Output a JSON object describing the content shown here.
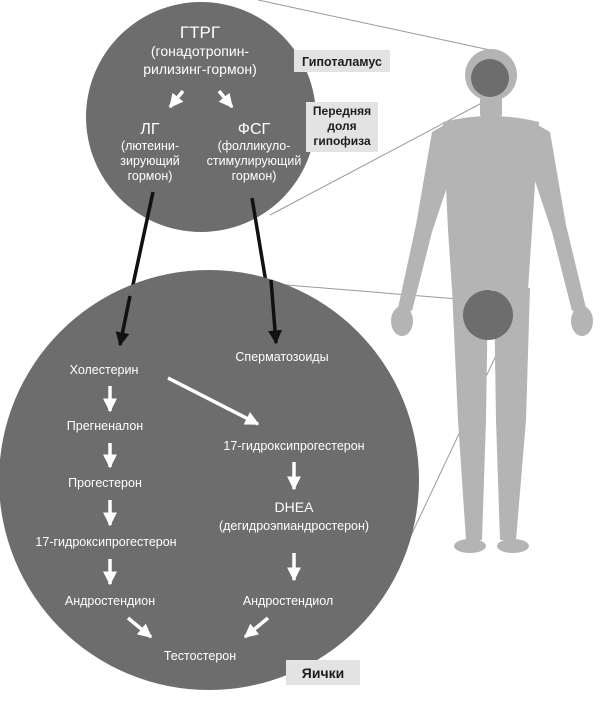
{
  "hormones": {
    "gtrg": {
      "title": "ГТРГ",
      "desc_line1": "(гонадотропин-",
      "desc_line2": "рилизинг-гормон)"
    },
    "lg": {
      "title": "ЛГ",
      "desc_line1": "(лютеини-",
      "desc_line2": "зирующий",
      "desc_line3": "гормон)"
    },
    "fsg": {
      "title": "ФСГ",
      "desc_line1": "(фолликуло-",
      "desc_line2": "стимулирующий",
      "desc_line3": "гормон)"
    }
  },
  "labels": {
    "hypothalamus": "Гипоталамус",
    "pituitary_line1": "Передняя",
    "pituitary_line2": "доля",
    "pituitary_line3": "гипофиза",
    "testes": "Яички"
  },
  "pathway": {
    "cholesterol": "Холестерин",
    "pregnenolone": "Прегненалон",
    "progesterone": "Прогестерон",
    "hydroxyprogesterone_left": "17-гидроксипрогестерон",
    "androstenedione": "Андростендион",
    "testosterone": "Тестостерон",
    "sperm": "Сперматозоиды",
    "hydroxyprogesterone_right": "17-гидроксипрогестерон",
    "dhea": "DHEA",
    "dhea_full": "(дегидроэпиандростерон)",
    "androstenediol": "Андростендиол"
  },
  "colors": {
    "circle_fill": "#6d6d6d",
    "body_fill": "#b4b4b4",
    "organ_fill": "#6d6d6d",
    "label_box": "#e3e3e3",
    "arrow_dark": "#111111",
    "arrow_light": "#ffffff",
    "connector_line": "#9a9a9a"
  }
}
